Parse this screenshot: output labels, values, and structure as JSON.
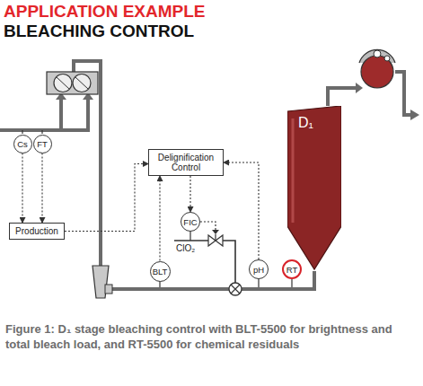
{
  "diagram": {
    "title": "BLEACHING CONTROL",
    "caption": "Figure 1: D₁ stage bleaching control with BLT-5500 for brightness and total bleach load, and RT-5500 for chemical residuals",
    "nodes": [
      {
        "text": [
          "Cs"
        ]
      },
      {
        "text": [
          "FT"
        ]
      },
      {
        "text": [
          "Production"
        ]
      },
      {
        "text": [
          "Delignification Control"
        ]
      },
      {
        "text": [
          "FIC"
        ]
      },
      {
        "text": [
          "BLT"
        ]
      },
      {
        "text": [
          "pH"
        ]
      },
      {
        "text": [
          "RT"
        ]
      },
      {
        "text": [
          "D₁"
        ]
      }
    ],
    "edges": [
      {
        "from": 0,
        "to": 2,
        "arrow": "to"
      },
      {
        "from": 1,
        "to": 2,
        "arrow": "to"
      },
      {
        "from": 2,
        "to": 3,
        "arrow": "to"
      },
      {
        "from": 5,
        "to": 3,
        "arrow": "to"
      },
      {
        "from": 6,
        "to": 3,
        "arrow": "to"
      },
      {
        "from": 3,
        "to": 4,
        "arrow": "to"
      }
    ],
    "labels": [
      "APPLICATION EXAMPLE",
      "ClO₂"
    ]
  }
}
